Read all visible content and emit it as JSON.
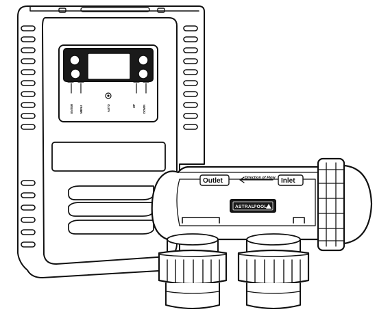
{
  "controller": {
    "buttons": {
      "enter": "ENTER",
      "menu": "MENU",
      "auto": "AUTO",
      "up": "UP",
      "down": "DOWN"
    }
  },
  "cell": {
    "outlet_label": "Outlet",
    "direction_label": "Direction of Flow",
    "inlet_label": "Inlet",
    "brand_astral": "ASTRAL",
    "brand_pool": "POOL"
  },
  "colors": {
    "outline": "#111111",
    "background": "#ffffff",
    "brand_plate": "#1a1a1a"
  }
}
